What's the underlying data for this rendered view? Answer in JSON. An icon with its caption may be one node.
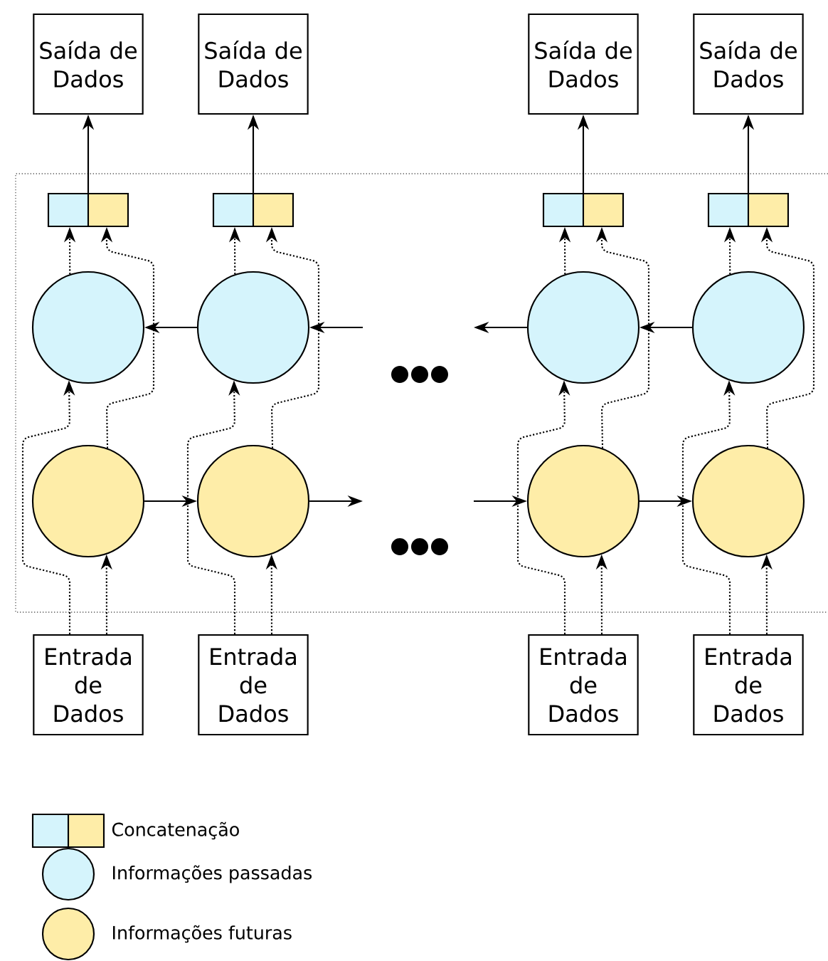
{
  "diagram": {
    "nodes": [
      {
        "text": [
          "Saída de Dados"
        ]
      },
      {
        "text": [
          "Saída de Dados"
        ]
      },
      {
        "text": [
          "Saída de Dados"
        ]
      },
      {
        "text": [
          "Saída de Dados"
        ]
      },
      {
        "text": [],
        "shape": "box"
      },
      {
        "text": [],
        "shape": "box"
      },
      {
        "text": [],
        "shape": "box"
      },
      {
        "text": [],
        "shape": "box"
      },
      {
        "text": [],
        "shape": "circle"
      },
      {
        "text": [],
        "shape": "circle"
      },
      {
        "text": [],
        "shape": "circle"
      },
      {
        "text": [],
        "shape": "circle"
      },
      {
        "text": [],
        "shape": "circle"
      },
      {
        "text": [],
        "shape": "circle"
      },
      {
        "text": [],
        "shape": "circle"
      },
      {
        "text": [],
        "shape": "circle"
      },
      {
        "text": [
          "Entrada de Dados"
        ]
      },
      {
        "text": [
          "Entrada de Dados"
        ]
      },
      {
        "text": [
          "Entrada de Dados"
        ]
      },
      {
        "text": [
          "Entrada de Dados"
        ]
      }
    ],
    "edges": [
      {
        "from": 16,
        "to": 12,
        "arrow": "to",
        "style": "dashed"
      },
      {
        "from": 16,
        "to": 8,
        "arrow": "to",
        "style": "dashed"
      },
      {
        "from": 12,
        "to": 4,
        "arrow": "to",
        "style": "dashed"
      },
      {
        "from": 8,
        "to": 4,
        "arrow": "to",
        "style": "dashed"
      },
      {
        "from": 4,
        "to": 0,
        "arrow": "to"
      },
      {
        "from": 17,
        "to": 13,
        "arrow": "to",
        "style": "dashed"
      },
      {
        "from": 17,
        "to": 9,
        "arrow": "to",
        "style": "dashed"
      },
      {
        "from": 13,
        "to": 5,
        "arrow": "to",
        "style": "dashed"
      },
      {
        "from": 9,
        "to": 5,
        "arrow": "to",
        "style": "dashed"
      },
      {
        "from": 5,
        "to": 1,
        "arrow": "to"
      },
      {
        "from": 18,
        "to": 14,
        "arrow": "to",
        "style": "dashed"
      },
      {
        "from": 18,
        "to": 10,
        "arrow": "to",
        "style": "dashed"
      },
      {
        "from": 14,
        "to": 6,
        "arrow": "to",
        "style": "dashed"
      },
      {
        "from": 10,
        "to": 6,
        "arrow": "to",
        "style": "dashed"
      },
      {
        "from": 6,
        "to": 2,
        "arrow": "to"
      },
      {
        "from": 19,
        "to": 15,
        "arrow": "to",
        "style": "dashed"
      },
      {
        "from": 19,
        "to": 11,
        "arrow": "to",
        "style": "dashed"
      },
      {
        "from": 15,
        "to": 7,
        "arrow": "to",
        "style": "dashed"
      },
      {
        "from": 11,
        "to": 7,
        "arrow": "to",
        "style": "dashed"
      },
      {
        "from": 7,
        "to": 3,
        "arrow": "to"
      },
      {
        "from": 12,
        "to": 13,
        "arrow": "to"
      },
      {
        "from": 13,
        "to": null,
        "arrow": "to"
      },
      {
        "from": null,
        "to": 14,
        "arrow": "to"
      },
      {
        "from": 14,
        "to": 15,
        "arrow": "to"
      },
      {
        "from": 9,
        "to": 8,
        "arrow": "to"
      },
      {
        "from": null,
        "to": 9,
        "arrow": "to"
      },
      {
        "from": 10,
        "to": null,
        "arrow": "to"
      },
      {
        "from": 11,
        "to": 10,
        "arrow": "to"
      }
    ],
    "legend": [
      {
        "text": "Concatenação"
      },
      {
        "text": "Informações passadas"
      },
      {
        "text": "Informações futuras"
      }
    ]
  }
}
